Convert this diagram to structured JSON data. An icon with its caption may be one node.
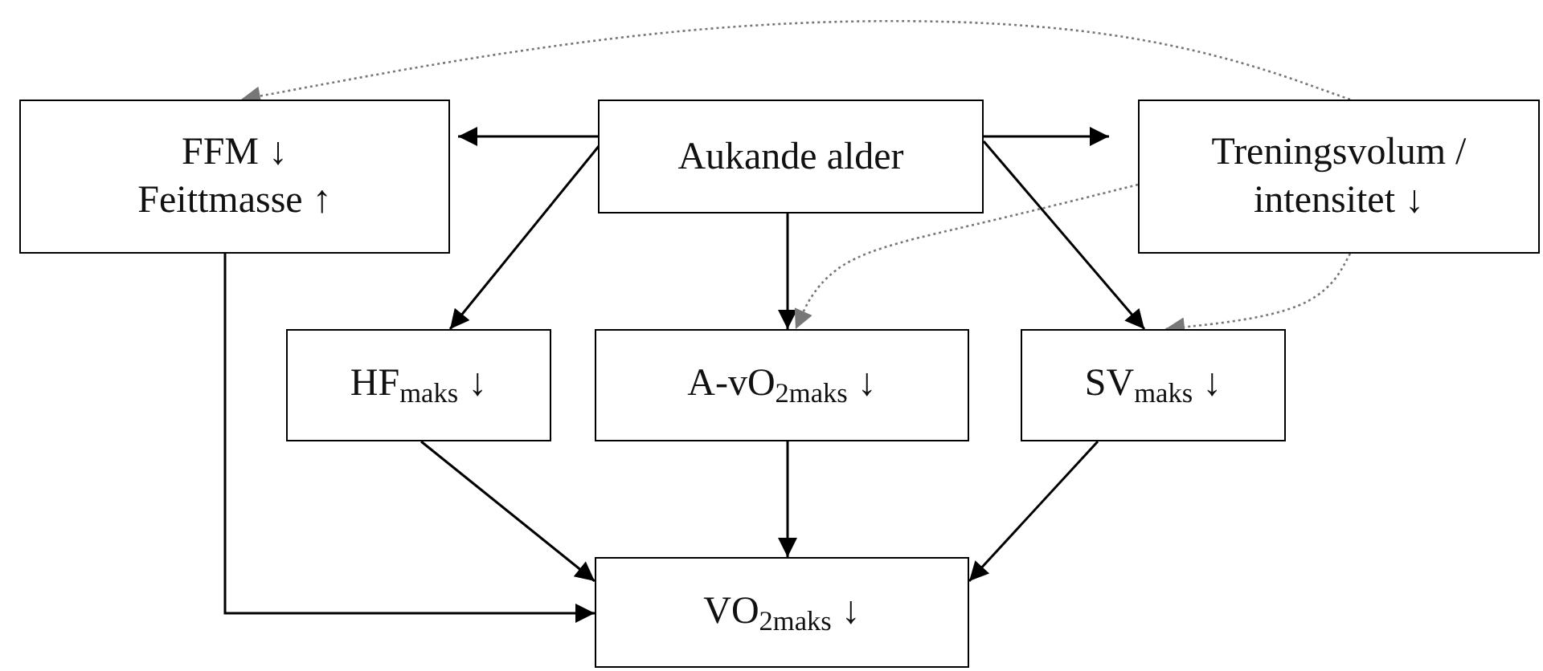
{
  "diagram": {
    "nodes": [
      {
        "text": [
          "FFM ↓ Feittmasse ↑"
        ]
      },
      {
        "text": [
          "Aukande alder"
        ]
      },
      {
        "text": [
          "Treningsvolum / intensitet ↓"
        ]
      },
      {
        "text": [
          "HF$_{maks}$ ↓"
        ]
      },
      {
        "text": [
          "A-vO$_{2maks}$ ↓"
        ]
      },
      {
        "text": [
          "SV$_{maks}$ ↓"
        ]
      },
      {
        "text": [
          "VO$_{2maks}$ ↓"
        ]
      }
    ],
    "edges": [
      {
        "from": 1,
        "to": 0,
        "arrow": "to"
      },
      {
        "from": 1,
        "to": 2,
        "arrow": "to"
      },
      {
        "from": 1,
        "to": 3,
        "arrow": "to"
      },
      {
        "from": 1,
        "to": 4,
        "arrow": "to"
      },
      {
        "from": 1,
        "to": 5,
        "arrow": "to"
      },
      {
        "from": 2,
        "to": 0,
        "arrow": "to",
        "style": "dashed",
        "color": "#777777"
      },
      {
        "from": 2,
        "to": 4,
        "arrow": "to",
        "style": "dashed",
        "color": "#777777"
      },
      {
        "from": 2,
        "to": 5,
        "arrow": "to",
        "style": "dashed",
        "color": "#777777"
      },
      {
        "from": 3,
        "to": 6,
        "arrow": "to"
      },
      {
        "from": 4,
        "to": 6,
        "arrow": "to"
      },
      {
        "from": 5,
        "to": 6,
        "arrow": "to"
      },
      {
        "from": 0,
        "to": 6,
        "arrow": "to"
      }
    ]
  }
}
